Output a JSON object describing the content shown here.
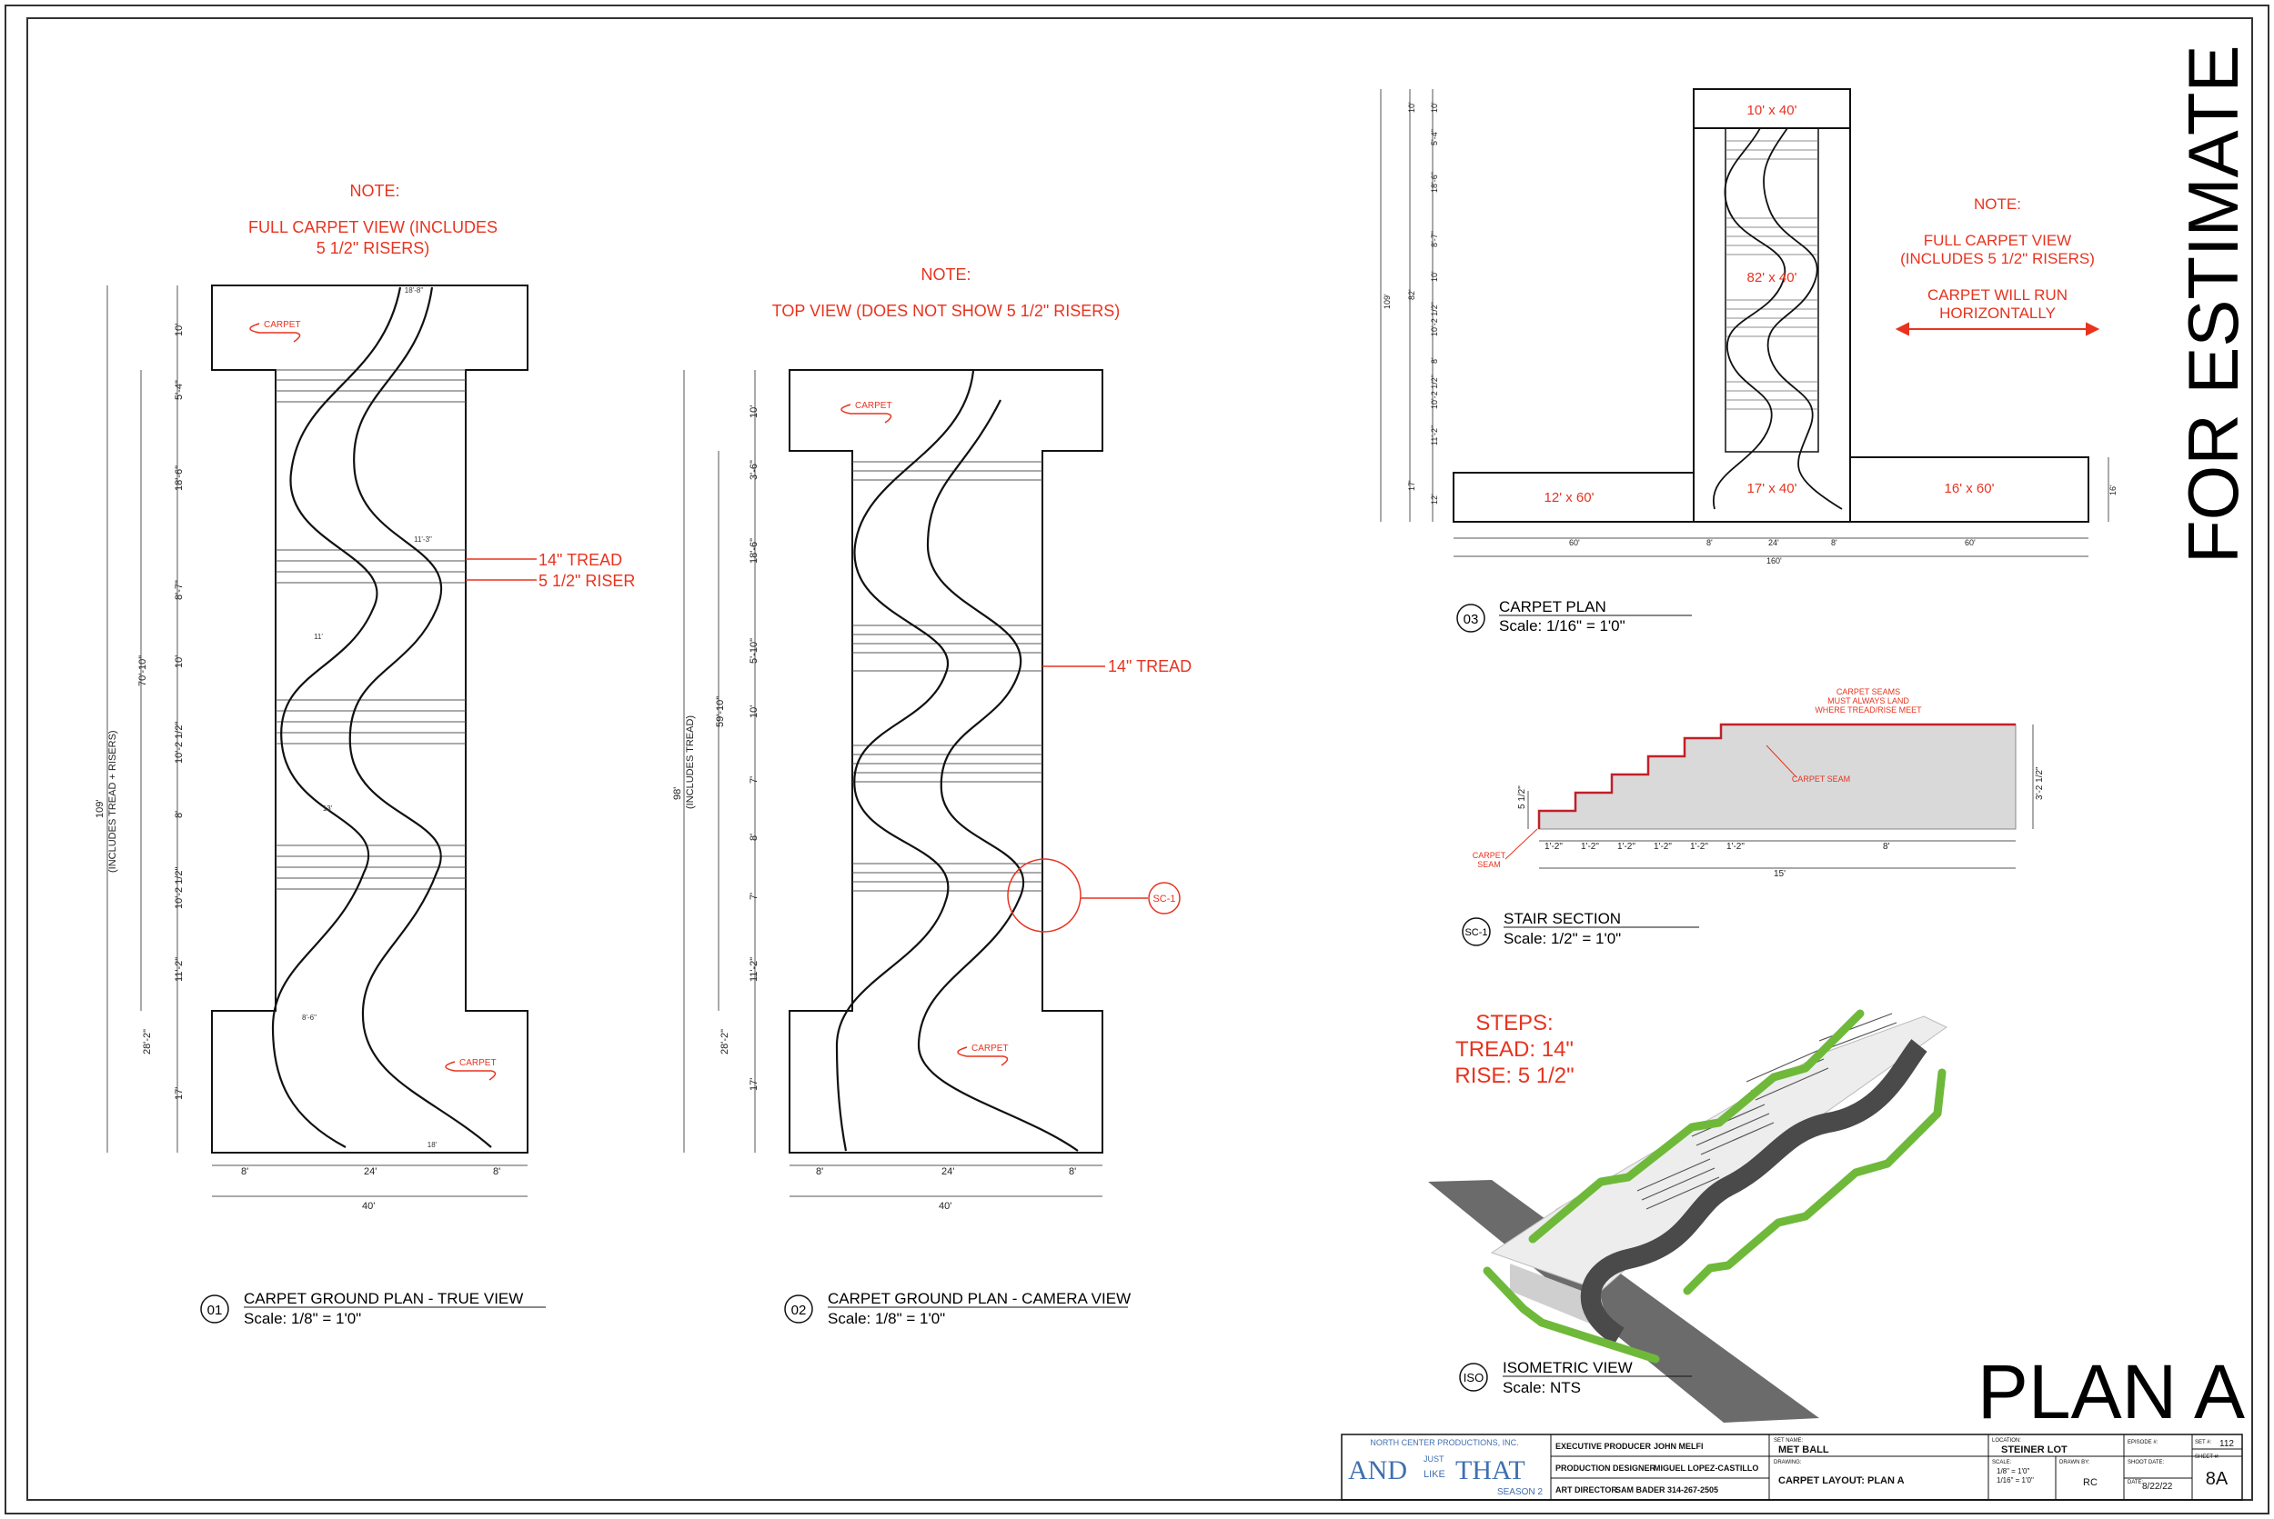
{
  "stamp": "FOR ESTIMATE",
  "plan_label": "PLAN A",
  "view01": {
    "note_title": "NOTE:",
    "note_l1": "FULL CARPET VIEW (INCLUDES",
    "note_l2": "5 1/2\" RISERS)",
    "callout_tread": "14\" TREAD",
    "callout_riser": "5 1/2\" RISER",
    "carpet_label": "CARPET",
    "overall_dim": "109'",
    "overall_note": "(INCLUDES TREAD + RISERS)",
    "inner_dim": "70'-10\"",
    "left_dims": [
      "10'",
      "5'-4\"",
      "18'-6\"",
      "8'-7\"",
      "10'",
      "10'-2 1/2\"",
      "8'",
      "10'-2 1/2\"",
      "11'-2\"",
      "28'-2\"",
      "17'"
    ],
    "inner_notes": [
      "18'-8\"",
      "11'-3\"",
      "11'",
      "13'",
      "8'-6\"",
      "18'"
    ],
    "bottom_dims": [
      "8'",
      "24'",
      "8'"
    ],
    "total_width": "40'",
    "num": "01",
    "title": "CARPET GROUND PLAN - TRUE VIEW",
    "scale": "Scale: 1/8\" = 1'0\""
  },
  "view02": {
    "note_title": "NOTE:",
    "note_l1": "TOP VIEW (DOES NOT SHOW 5 1/2\" RISERS)",
    "callout_tread": "14\" TREAD",
    "sc_tag": "SC-1",
    "carpet_label": "CARPET",
    "overall_dim": "98'",
    "overall_note": "(INCLUDES TREAD)",
    "inner_dim": "59'-10\"",
    "left_dims": [
      "10'",
      "3'-6\"",
      "18'-6\"",
      "5'-10\"",
      "10'",
      "7'",
      "8'",
      "7'",
      "11'-2\"",
      "28'-2\"",
      "17'"
    ],
    "bottom_dims": [
      "8'",
      "24'",
      "8'"
    ],
    "total_width": "40'",
    "num": "02",
    "title": "CARPET GROUND PLAN - CAMERA VIEW",
    "scale": "Scale: 1/8\" = 1'0\""
  },
  "view03": {
    "note_title": "NOTE:",
    "note_l1": "FULL CARPET VIEW",
    "note_l2": "(INCLUDES 5 1/2\" RISERS)",
    "note_l3": "CARPET WILL RUN",
    "note_l4": "HORIZONTALLY",
    "box_top": "10' x 40'",
    "box_mid": "82' x 40'",
    "box_bottom": "17' x 40'",
    "box_left": "12' x 60'",
    "box_right": "16' x 60'",
    "left_dims": [
      "10'",
      "82'",
      "17'",
      "109'"
    ],
    "right_dims": [
      "10'",
      "5'-4\"",
      "18'-6\"",
      "8'-7\"",
      "10'",
      "10'-2 1/2\"",
      "8'",
      "10'-2 1/2\"",
      "11'-2\"",
      "12'"
    ],
    "right_side_dim": "16'",
    "bottom_dims": [
      "60'",
      "8'",
      "24'",
      "8'",
      "60'"
    ],
    "total_width": "160'",
    "num": "03",
    "title": "CARPET PLAN",
    "scale": "Scale: 1/16\" = 1'0\""
  },
  "stair_section": {
    "seam_note_l1": "CARPET SEAMS",
    "seam_note_l2": "MUST ALWAYS LAND",
    "seam_note_l3": "WHERE TREAD/RISE MEET",
    "carpet_seam": "CARPET SEAM",
    "carpet_seam_left_l1": "CARPET",
    "carpet_seam_left_l2": "SEAM",
    "riser_dim": "5 1/2\"",
    "height_dim": "3'-2 1/2\"",
    "tread_dims": [
      "1'-2\"",
      "1'-2\"",
      "1'-2\"",
      "1'-2\"",
      "1'-2\"",
      "1'-2\""
    ],
    "landing_dim": "8'",
    "total_dim": "15'",
    "num": "SC-1",
    "title": "STAIR SECTION",
    "scale": "Scale: 1/2\" = 1'0\""
  },
  "iso": {
    "steps_l1": "STEPS:",
    "steps_l2": "TREAD: 14\"",
    "steps_l3": "RISE: 5 1/2\"",
    "num": "ISO",
    "title": "ISOMETRIC VIEW",
    "scale": "Scale: NTS"
  },
  "title_block": {
    "company": "NORTH CENTER PRODUCTIONS, INC.",
    "logo_and": "AND",
    "logo_just": "JUST",
    "logo_like": "LIKE",
    "logo_that": "THAT",
    "logo_season": "SEASON 2",
    "exec_label": "EXECUTIVE PRODUCER",
    "exec_name": "JOHN MELFI",
    "pd_label": "PRODUCTION DESIGNER",
    "pd_name": "MIGUEL LOPEZ-CASTILLO",
    "ad_label": "ART DIRECTOR",
    "ad_name": "SAM BADER 314-267-2505",
    "set_label": "SET NAME:",
    "set_value": "MET BALL",
    "drawing_label": "DRAWING:",
    "drawing_value": "CARPET LAYOUT: PLAN A",
    "location_label": "LOCATION:",
    "location_value": "STEINER LOT",
    "scale_label": "SCALE:",
    "scale_v1": "1/8\" = 1'0\"",
    "scale_v2": "1/16\" = 1'0\"",
    "drawn_label": "DRAWN BY:",
    "drawn_value": "RC",
    "episode_label": "EPISODE #:",
    "shoot_label": "SHOOT DATE:",
    "date_label": "DATE:",
    "date_value": "8/22/22",
    "set_no_label": "SET #:",
    "set_no_value": "112",
    "sheet_label": "SHEET #:",
    "sheet_value": "8A"
  },
  "colors": {
    "accent": "#e8331f",
    "green": "#6fb93a",
    "line": "#111111"
  }
}
